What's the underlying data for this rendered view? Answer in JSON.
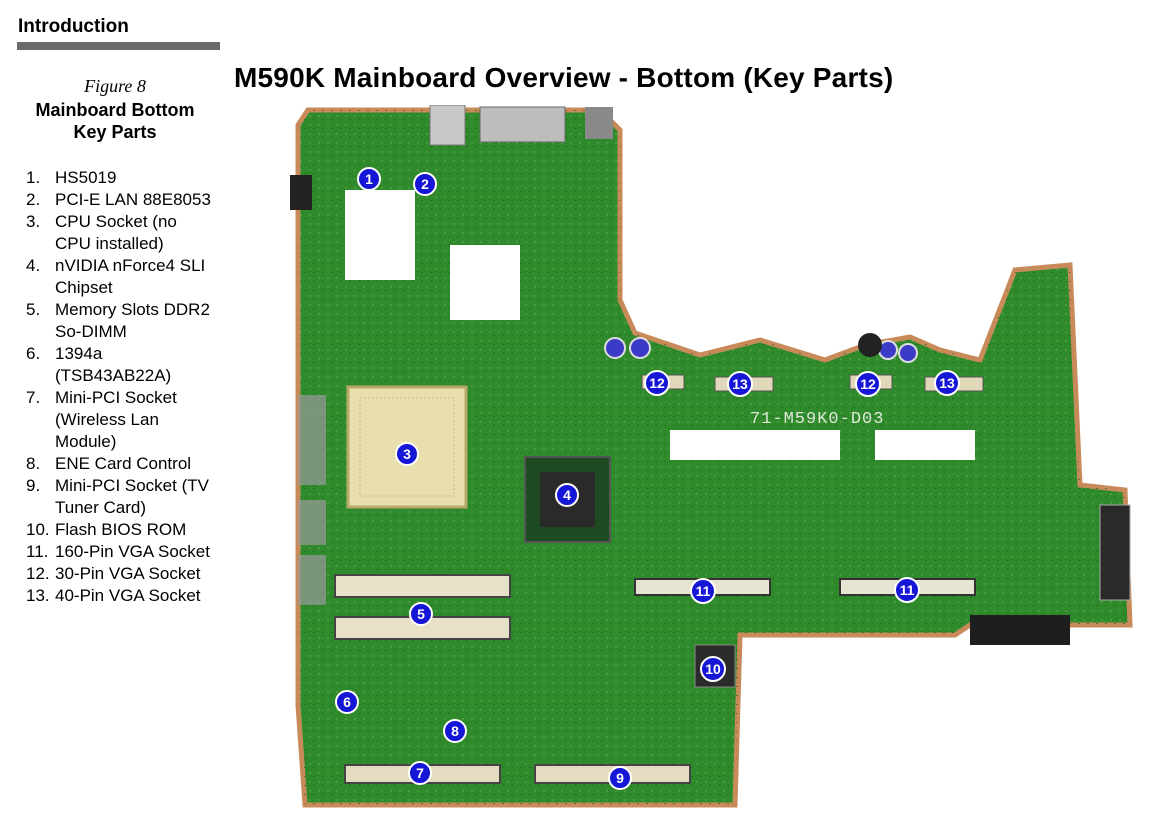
{
  "header": {
    "section_title": "Introduction"
  },
  "figure": {
    "label": "Figure 8",
    "caption": "Mainboard Bottom Key Parts"
  },
  "page_title": "M590K Mainboard Overview - Bottom (Key Parts)",
  "parts": [
    {
      "num": "1.",
      "text": "HS5019"
    },
    {
      "num": "2.",
      "text": "PCI-E LAN 88E8053"
    },
    {
      "num": "3.",
      "text": "CPU Socket (no CPU installed)"
    },
    {
      "num": "4.",
      "text": "nVIDIA nForce4 SLI Chipset"
    },
    {
      "num": "5.",
      "text": "Memory Slots DDR2 So-DIMM"
    },
    {
      "num": "6.",
      "text": "1394a (TSB43AB22A)"
    },
    {
      "num": "7.",
      "text": "Mini-PCI Socket (Wireless Lan Module)"
    },
    {
      "num": "8.",
      "text": "ENE Card Control"
    },
    {
      "num": "9.",
      "text": "Mini-PCI Socket (TV Tuner Card)"
    },
    {
      "num": "10.",
      "text": "Flash BIOS ROM"
    },
    {
      "num": "11.",
      "text": "160-Pin VGA Socket"
    },
    {
      "num": "12.",
      "text": "30-Pin VGA Socket"
    },
    {
      "num": "13.",
      "text": "40-Pin VGA Socket"
    }
  ],
  "board": {
    "silkscreen": "71-M59K0-D03",
    "markers": [
      "1",
      "2",
      "3",
      "4",
      "5",
      "6",
      "7",
      "8",
      "9",
      "10",
      "11",
      "11",
      "12",
      "12",
      "13",
      "13"
    ],
    "colors": {
      "pcb": "#2f8a2c",
      "pcb_edge": "#c98a5a",
      "marker": "#1616d6"
    }
  }
}
